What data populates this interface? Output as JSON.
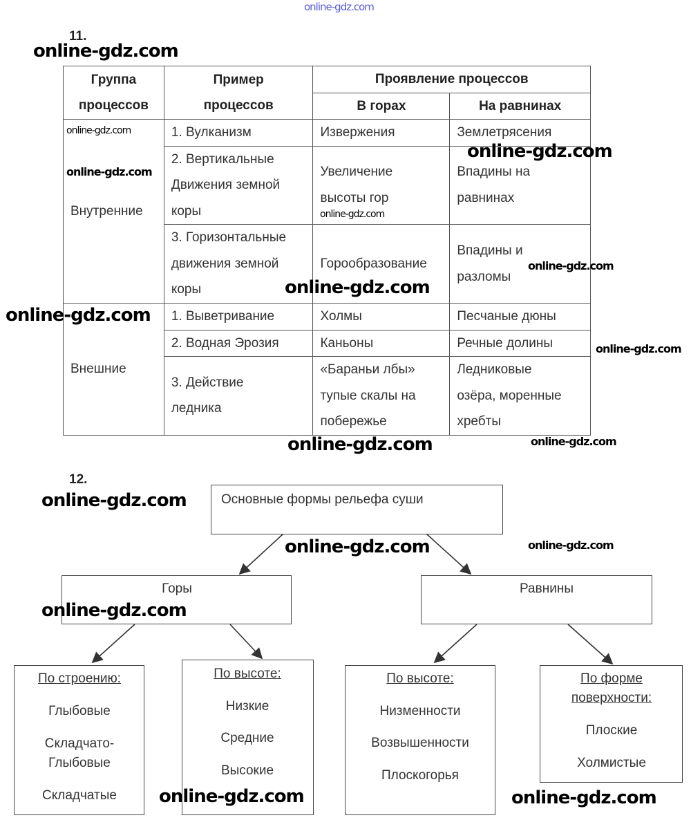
{
  "header_watermark": "online-gdz.com",
  "task11": {
    "number": "11.",
    "headers": {
      "group": [
        "Группа",
        "процессов"
      ],
      "example": [
        "Пример",
        "процессов"
      ],
      "manifestation": "Проявление процессов",
      "mountains": "В горах",
      "plains": "На равнинах"
    },
    "groups": [
      {
        "name": "Внутренние",
        "rows": [
          {
            "example": [
              "1. Вулканизм"
            ],
            "mountains": [
              "Извержения"
            ],
            "plains": [
              "Землетрясения"
            ]
          },
          {
            "example": [
              "2. Вертикальные",
              "Движения земной",
              "коры"
            ],
            "mountains": [
              "Увеличение",
              "высоты гор"
            ],
            "plains": [
              "Впадины на",
              "равнинах"
            ]
          },
          {
            "example": [
              "3. Горизонтальные",
              "движения земной",
              "коры"
            ],
            "mountains": [
              "Горообразование"
            ],
            "plains": [
              "Впадины и",
              "разломы"
            ]
          }
        ]
      },
      {
        "name": "Внешние",
        "rows": [
          {
            "example": [
              "1. Выветривание"
            ],
            "mountains": [
              "Холмы"
            ],
            "plains": [
              "Песчаные дюны"
            ]
          },
          {
            "example": [
              "2. Водная Эрозия"
            ],
            "mountains": [
              "Каньоны"
            ],
            "plains": [
              "Речные долины"
            ]
          },
          {
            "example": [
              "3. Действие",
              "ледника"
            ],
            "mountains": [
              "«Бараньи лбы»",
              "тупые скалы на",
              "побережье"
            ],
            "plains": [
              "Ледниковые",
              "озёра, моренные",
              "хребты"
            ]
          }
        ]
      }
    ]
  },
  "task12": {
    "number": "12.",
    "root": "Основные формы рельефа суши",
    "mountains": {
      "label": "Горы",
      "by_structure": {
        "title": "По строению:",
        "items": [
          "Глыбовые",
          "Складчато-",
          "Глыбовые",
          "Складчатые"
        ]
      },
      "by_height": {
        "title": "По высоте:",
        "items": [
          "Низкие",
          "Средние",
          "Высокие"
        ]
      }
    },
    "plains": {
      "label": "Равнины",
      "by_height": {
        "title": "По высоте:",
        "items": [
          "Низменности",
          "Возвышенности",
          "Плоскогорья"
        ]
      },
      "by_surface": {
        "title": [
          "По форме",
          "поверхности:"
        ],
        "items": [
          "Плоские",
          "Холмистые"
        ]
      }
    }
  },
  "watermark": "online-gdz.com"
}
